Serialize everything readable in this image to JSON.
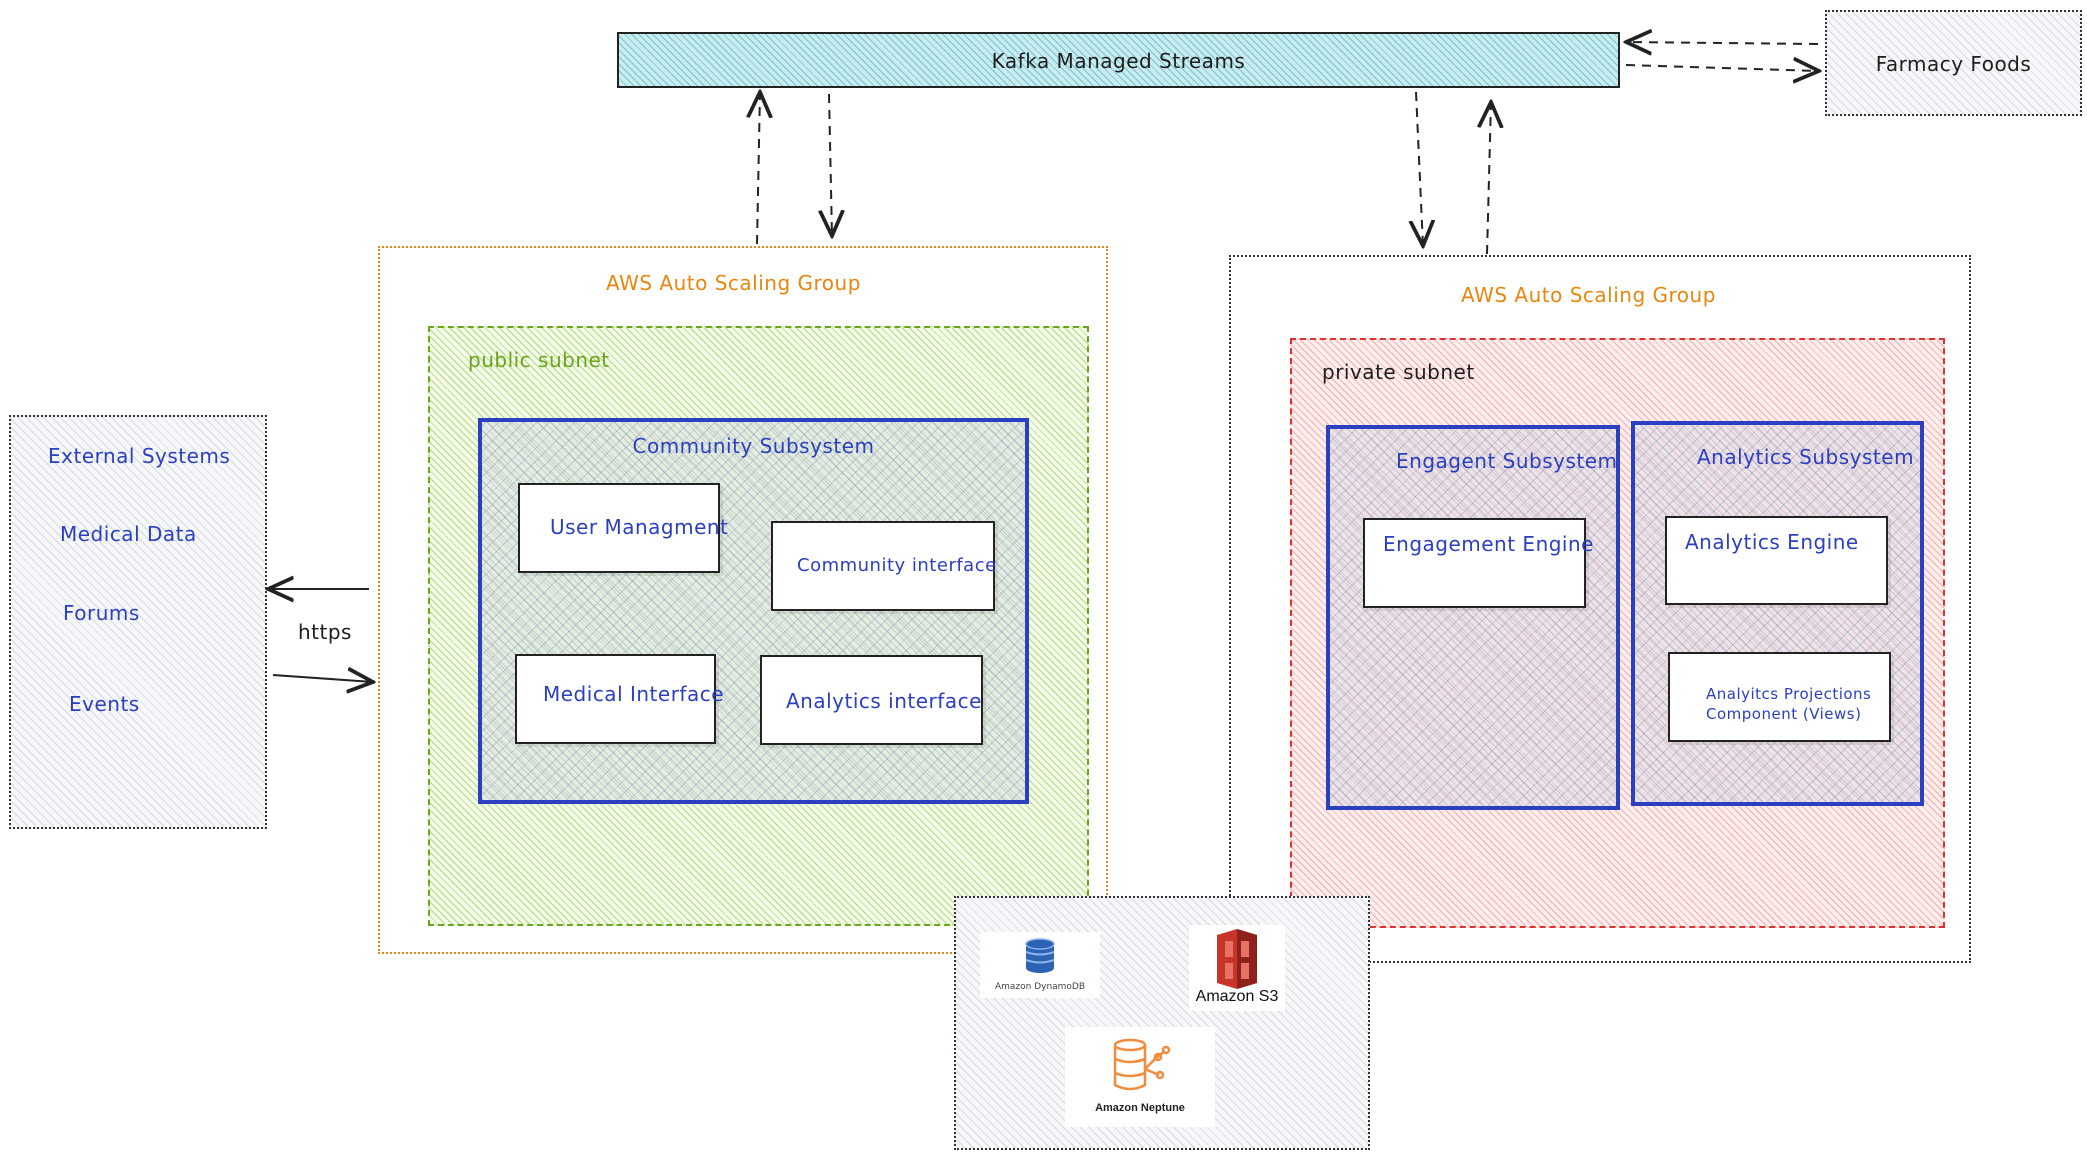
{
  "kafka": {
    "label": "Kafka Managed Streams"
  },
  "farmacy": {
    "label": "Farmacy Foods"
  },
  "external": {
    "items": [
      "External Systems",
      "Medical Data",
      "Forums",
      "Events"
    ]
  },
  "https_label": "https",
  "asg_left": {
    "title": "AWS Auto Scaling Group",
    "subnet": "public subnet",
    "subsystem": {
      "title": "Community Subsystem",
      "components": [
        "User Managment",
        "Community interface",
        "Medical Interface",
        "Analytics interface"
      ]
    }
  },
  "asg_right": {
    "title": "AWS Auto Scaling Group",
    "subnet": "private subnet",
    "engagement": {
      "title": "Engagent Subsystem",
      "engine": "Engagement Engine"
    },
    "analytics": {
      "title": "Analytics Subsystem",
      "engine": "Analytics Engine",
      "projections_line1": "Analyitcs Projections",
      "projections_line2": "Component (Views)"
    }
  },
  "storage": {
    "dynamodb": "Amazon DynamoDB",
    "s3": "Amazon S3",
    "neptune": "Amazon Neptune"
  },
  "colors": {
    "blue": "#2b3fc1",
    "orange": "#e8860f",
    "green": "#6aa51e",
    "red": "#e03131",
    "kafka": "#c9ecf1",
    "s3_red": "#c7352a",
    "dynamodb_blue": "#2d63b5",
    "neptune_orange": "#f28b3c"
  }
}
